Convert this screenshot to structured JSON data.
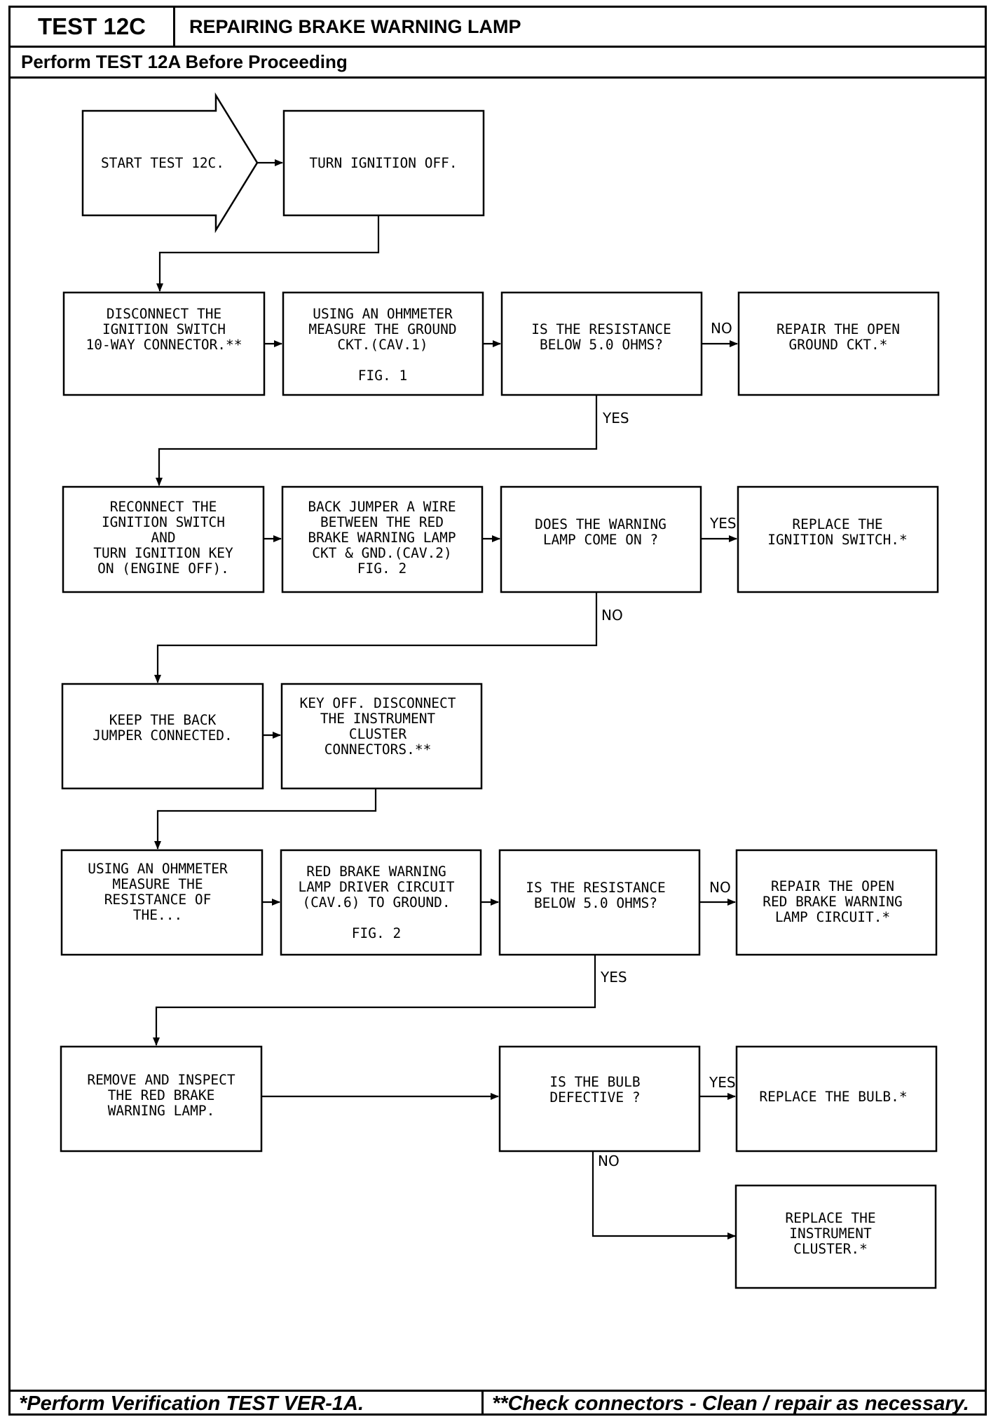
{
  "header": {
    "test_id": "TEST 12C",
    "title": "REPAIRING BRAKE WARNING LAMP",
    "prerequisite": "Perform TEST 12A Before Proceeding"
  },
  "nodes": {
    "start": [
      "START TEST 12C."
    ],
    "turn_ignition_off": [
      "TURN IGNITION OFF."
    ],
    "disconnect_ignition_switch": [
      "DISCONNECT THE",
      "IGNITION SWITCH",
      "10-WAY CONNECTOR.**"
    ],
    "measure_ground_ckt": [
      "USING AN OHMMETER",
      "MEASURE THE GROUND",
      "CKT.(CAV.1)",
      "",
      "FIG. 1"
    ],
    "resistance_check_1": [
      "IS THE RESISTANCE",
      "BELOW 5.0 OHMS?"
    ],
    "repair_open_ground": [
      "REPAIR THE OPEN",
      "GROUND CKT.*"
    ],
    "reconnect_ignition_switch": [
      "RECONNECT THE",
      "IGNITION SWITCH",
      "AND",
      "TURN IGNITION KEY",
      "ON (ENGINE OFF)."
    ],
    "back_jumper_wire": [
      "BACK JUMPER A WIRE",
      "BETWEEN THE RED",
      "BRAKE WARNING LAMP",
      "CKT & GND.(CAV.2)",
      "FIG. 2"
    ],
    "warning_lamp_check": [
      "DOES THE WARNING",
      "LAMP COME ON ?"
    ],
    "replace_ignition_switch": [
      "REPLACE THE",
      "IGNITION SWITCH.*"
    ],
    "keep_back_jumper": [
      "KEEP THE BACK",
      "JUMPER CONNECTED."
    ],
    "disconnect_cluster": [
      "KEY OFF. DISCONNECT",
      "THE INSTRUMENT",
      "CLUSTER",
      "CONNECTORS.**"
    ],
    "measure_resistance": [
      "USING AN OHMMETER",
      "MEASURE THE",
      "RESISTANCE OF",
      "THE..."
    ],
    "lamp_driver_circuit": [
      "RED BRAKE WARNING",
      "LAMP DRIVER CIRCUIT",
      "(CAV.6) TO GROUND.",
      "",
      "FIG. 2"
    ],
    "resistance_check_2": [
      "IS THE RESISTANCE",
      "BELOW 5.0 OHMS?"
    ],
    "repair_open_lamp_circuit": [
      "REPAIR THE OPEN",
      "RED BRAKE WARNING",
      "LAMP CIRCUIT.*"
    ],
    "inspect_lamp": [
      "REMOVE AND INSPECT",
      "THE RED BRAKE",
      "WARNING LAMP."
    ],
    "bulb_check": [
      "IS THE BULB",
      "DEFECTIVE ?"
    ],
    "replace_bulb": [
      "REPLACE THE BULB.*"
    ],
    "replace_cluster": [
      "REPLACE THE",
      "INSTRUMENT",
      "CLUSTER.*"
    ]
  },
  "branch_labels": {
    "no_1": "NO",
    "yes_1": "YES",
    "yes_2": "YES",
    "no_2": "NO",
    "no_3": "NO",
    "yes_3": "YES",
    "yes_4": "YES",
    "no_4": "NO"
  },
  "footer": {
    "left": "*Perform Verification TEST VER-1A.",
    "right": "**Check connectors - Clean / repair as necessary."
  }
}
